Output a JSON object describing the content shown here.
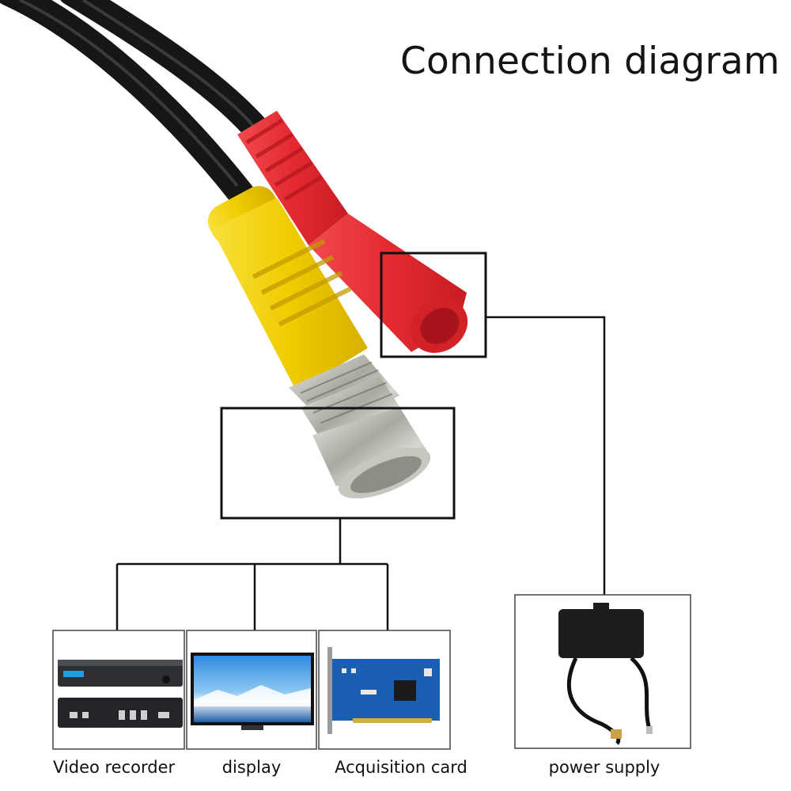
{
  "title": "Connection diagram",
  "devices": [
    {
      "id": "video-recorder",
      "label": "Video recorder"
    },
    {
      "id": "display",
      "label": "display"
    },
    {
      "id": "acquisition-card",
      "label": "Acquisition card"
    },
    {
      "id": "power-supply",
      "label": "power supply"
    }
  ],
  "colors": {
    "red_connector": "#e8343a",
    "yellow_connector": "#f2d000",
    "cable": "#161616",
    "bnc_metal": "#b8b8b0"
  }
}
